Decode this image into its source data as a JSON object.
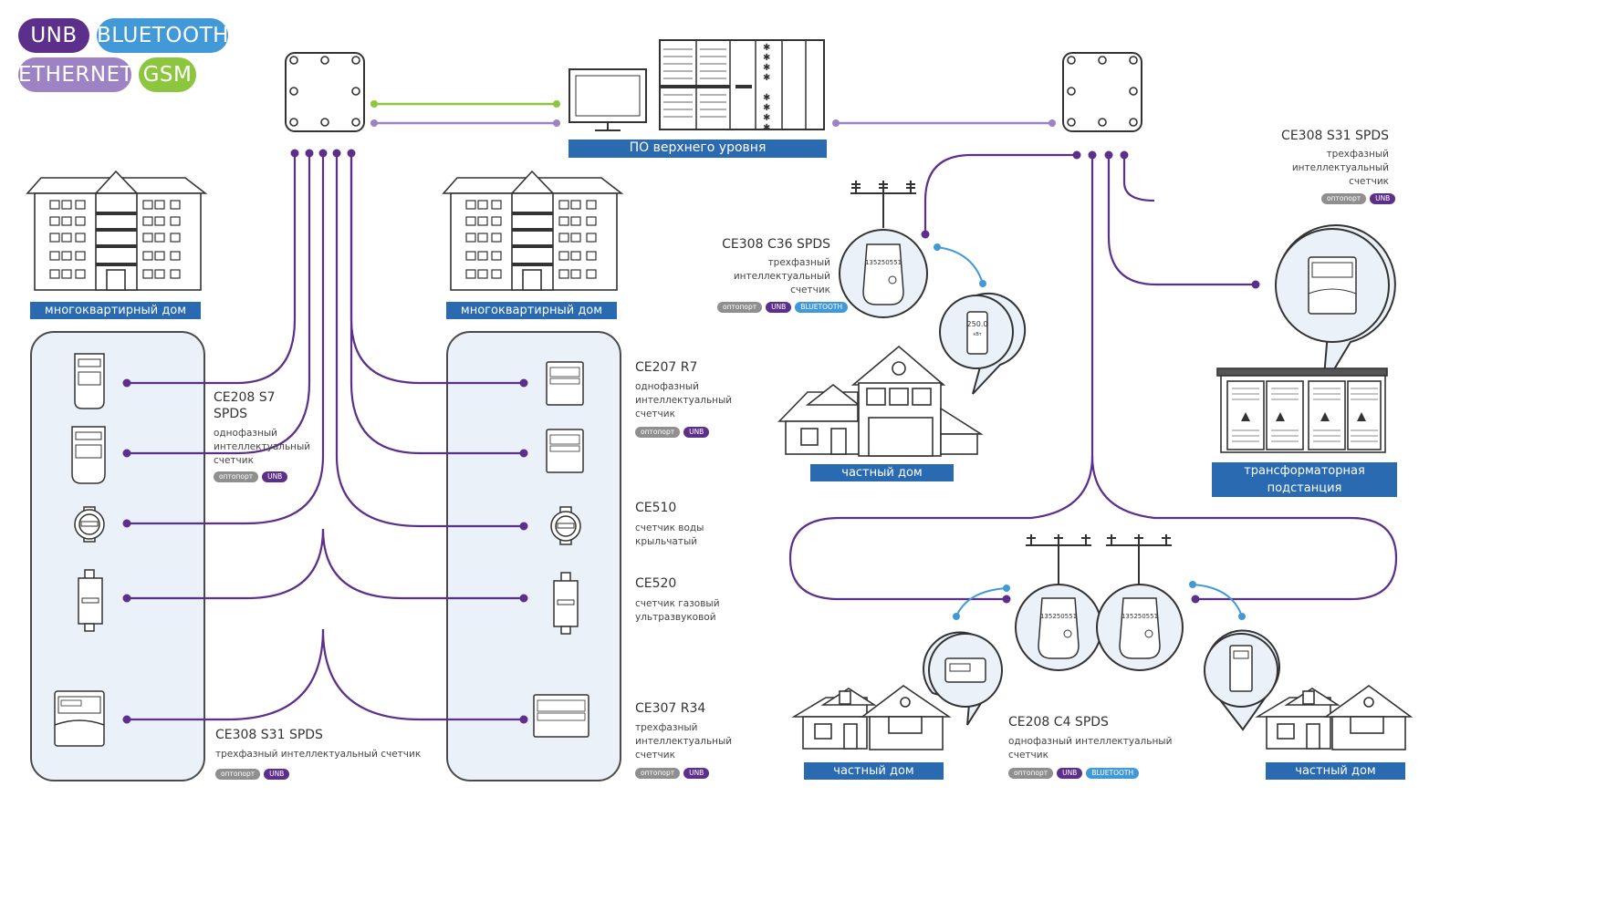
{
  "legend": {
    "unb": {
      "label": "UNB",
      "color": "#5c2f8a"
    },
    "bluetooth": {
      "label": "BLUETOOTH",
      "color": "#4299d7"
    },
    "ethernet": {
      "label": "ETHERNET",
      "color": "#9d82c4"
    },
    "gsm": {
      "label": "GSM",
      "color": "#8cc63f"
    }
  },
  "server_label": "ПО верхнего уровня",
  "buildings": {
    "apartment_1": "многоквартирный дом",
    "apartment_2": "многоквартирный дом",
    "private_1": "частный дом",
    "private_2": "частный дом",
    "private_3": "частный дом",
    "substation": "трансформаторная подстанция"
  },
  "badges": {
    "opto": "оптопорт",
    "unb": "UNB",
    "bt": "BLUETOOTH"
  },
  "devices": {
    "ce208_s7": {
      "name": "CE208 S7",
      "name2": "SPDS",
      "desc1": "однофазный",
      "desc2": "интеллектуальный",
      "desc3": "счетчик"
    },
    "ce308_s31_left": {
      "name": "CE308 S31 SPDS",
      "desc1": "трехфазный  интеллектуальный  счетчик"
    },
    "ce207_r7": {
      "name": "CE207 R7",
      "desc1": "однофазный",
      "desc2": "интеллектуальный",
      "desc3": "счетчик"
    },
    "ce510": {
      "name": "CE510",
      "desc1": "счетчик воды",
      "desc2": "крыльчатый"
    },
    "ce520": {
      "name": "CE520",
      "desc1": "счетчик газовый",
      "desc2": "ультразвуковой"
    },
    "ce307_r34": {
      "name": "CE307 R34",
      "desc1": "трехфазный",
      "desc2": "интеллектуальный",
      "desc3": "счетчик"
    },
    "ce308_c36": {
      "name": "CE308 C36 SPDS",
      "desc1": "трехфазный",
      "desc2": "интеллектуальный",
      "desc3": "счетчик"
    },
    "ce308_s31_right": {
      "name": "CE308 S31 SPDS",
      "desc1": "трехфазный",
      "desc2": "интеллектуальный",
      "desc3": "счетчик"
    },
    "ce208_c4": {
      "name": "CE208 C4 SPDS",
      "desc1": "однофазный интеллектуальный",
      "desc2": "счетчик"
    }
  },
  "meter_readings": {
    "pole_meter_serial": "135250551",
    "phone_reading": "250.0",
    "phone_unit": "кВт"
  }
}
